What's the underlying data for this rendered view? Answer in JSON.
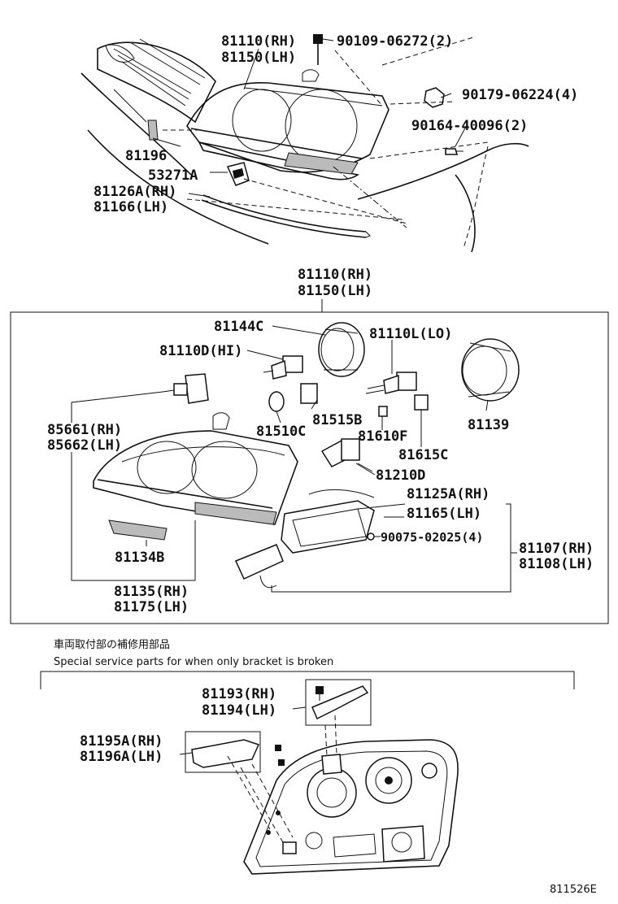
{
  "diagram_id": "811526E",
  "top_section": {
    "labels": {
      "assy_rh": "81110(RH)",
      "assy_lh": "81150(LH)",
      "screw": "90109-06272(2)",
      "nut": "90179-06224(4)",
      "bolt": "90164-40096(2)",
      "marker": "81196",
      "bracket": "53271A",
      "strip_rh": "81126A(RH)",
      "strip_lh": "81166(LH)"
    }
  },
  "middle_section": {
    "header_rh": "81110(RH)",
    "header_lh": "81150(LH)",
    "labels": {
      "cap": "81144C",
      "bulb_hi": "81110D(HI)",
      "bulb_lo": "81110L(LO)",
      "cap2": "81139",
      "socket": "81515B",
      "bulb_small": "81510C",
      "bulb_tiny": "81610F",
      "socket2": "81615C",
      "bulb_fog": "81210D",
      "motor_rh": "85661(RH)",
      "motor_lh": "85662(LH)",
      "ballast_rh": "81125A(RH)",
      "ballast_lh": "81165(LH)",
      "screw": "90075-02025(4)",
      "unit_rh": "81107(RH)",
      "unit_lh": "81108(LH)",
      "reflector": "81134B",
      "lens_rh": "81135(RH)",
      "lens_lh": "81175(LH)"
    }
  },
  "bottom_section": {
    "note_jp": "車両取付部の補修用部品",
    "note_en": "Special service parts for when only bracket is broken",
    "labels": {
      "bracket_rh": "81193(RH)",
      "bracket_lh": "81194(LH)",
      "bracket2_rh": "81195A(RH)",
      "bracket2_lh": "81196A(LH)"
    }
  }
}
